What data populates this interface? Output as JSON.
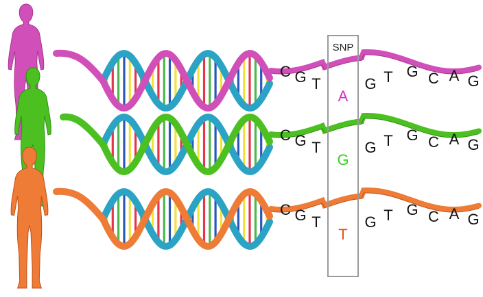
{
  "snp_label": "SNP",
  "rows": [
    {
      "color": "#d14fb8",
      "dark": "#a8328f",
      "sequence": [
        "C",
        "G",
        "T",
        "A",
        "G",
        "T",
        "G",
        "C",
        "A",
        "G"
      ],
      "snp_base": "A",
      "snp_color": "#d12fc0"
    },
    {
      "color": "#4cc021",
      "dark": "#2f8f14",
      "sequence": [
        "C",
        "G",
        "T",
        "G",
        "G",
        "T",
        "G",
        "C",
        "A",
        "G"
      ],
      "snp_base": "G",
      "snp_color": "#35d11c"
    },
    {
      "color": "#ee7b36",
      "dark": "#c2511a",
      "sequence": [
        "C",
        "G",
        "T",
        "T",
        "G",
        "T",
        "G",
        "C",
        "A",
        "G"
      ],
      "snp_base": "T",
      "snp_color": "#e85418"
    }
  ],
  "colors": {
    "helix_blue": "#2aa3c4",
    "rung_yellow": "#f2e23a",
    "rung_red": "#e3364a",
    "rung_green": "#4bb84a",
    "rung_blue": "#2a56b8",
    "snp_box": "#9a9a9a"
  }
}
